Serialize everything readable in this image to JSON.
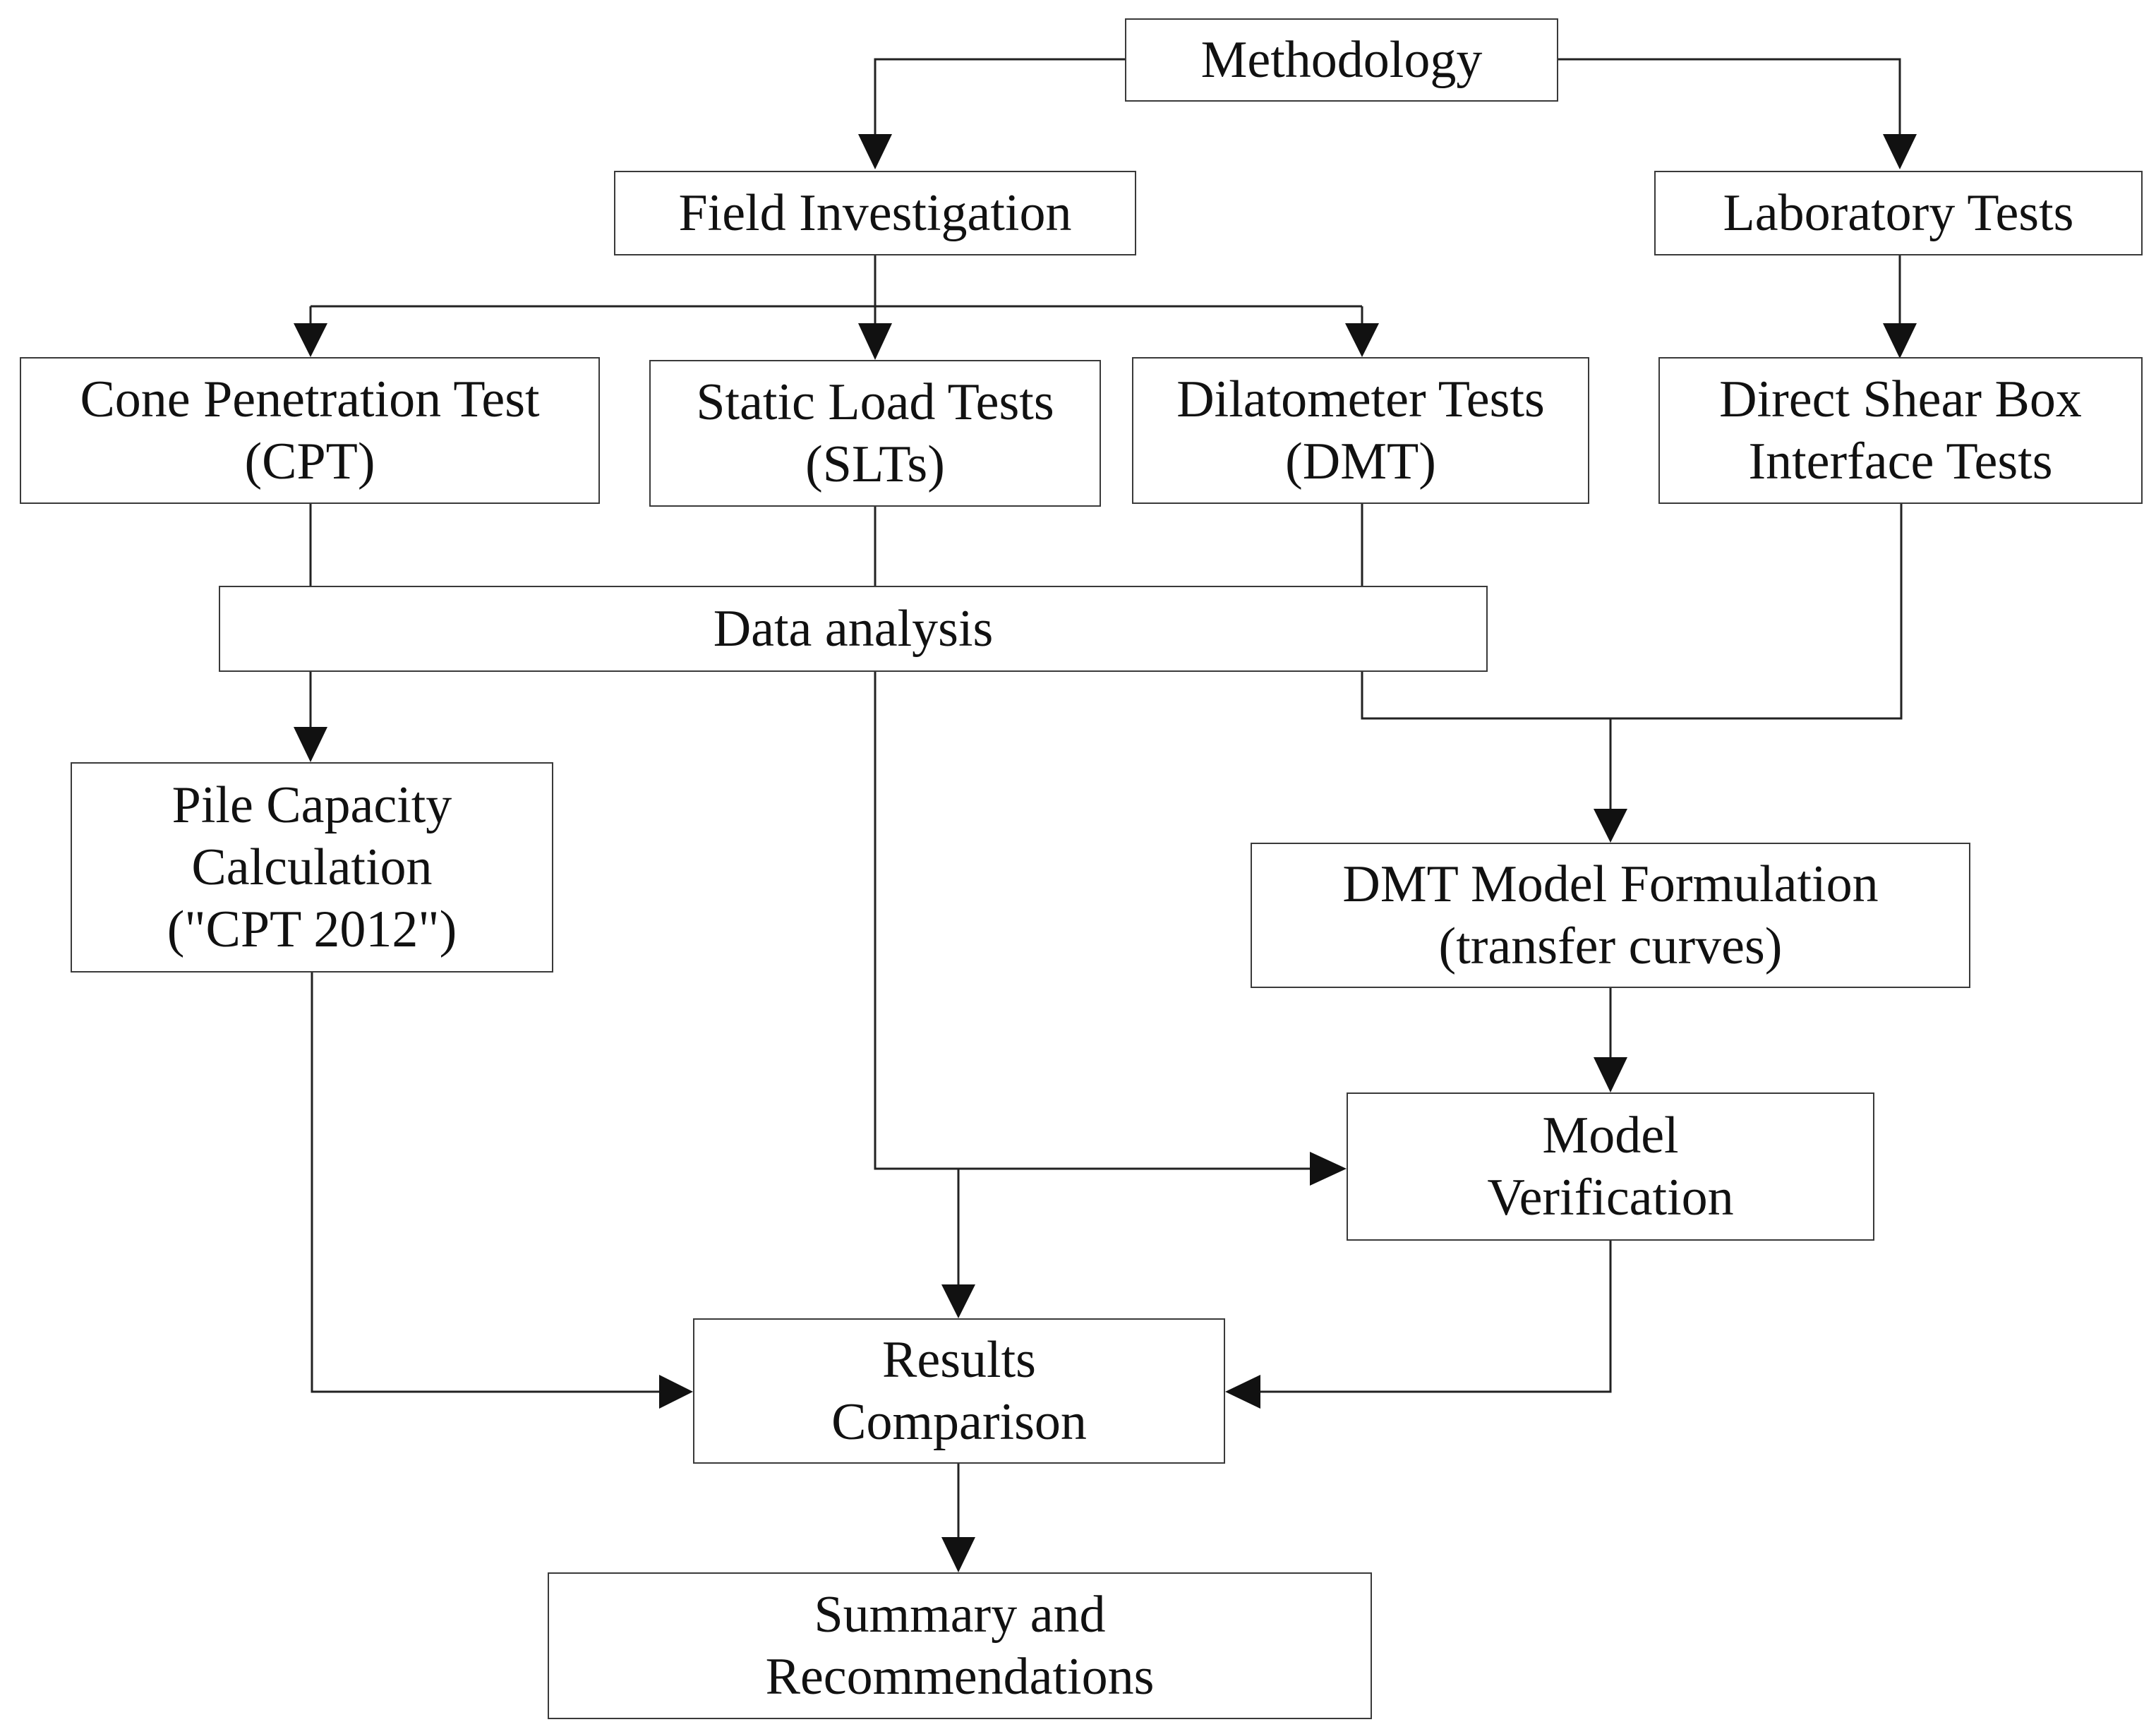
{
  "diagram": {
    "nodes": {
      "methodology": {
        "lines": [
          "Methodology"
        ]
      },
      "field_investigation": {
        "lines": [
          "Field Investigation"
        ]
      },
      "laboratory_tests": {
        "lines": [
          "Laboratory Tests"
        ]
      },
      "cpt": {
        "lines": [
          "Cone Penetration Test",
          "(CPT)"
        ]
      },
      "slt": {
        "lines": [
          "Static Load Tests",
          "(SLTs)"
        ]
      },
      "dmt": {
        "lines": [
          "Dilatometer Tests",
          "(DMT)"
        ]
      },
      "shear_box": {
        "lines": [
          "Direct Shear Box",
          "Interface Tests"
        ]
      },
      "data_analysis": {
        "lines": [
          "Data analysis"
        ]
      },
      "pile_capacity": {
        "lines": [
          "Pile Capacity",
          "Calculation",
          "(\"CPT 2012\")"
        ]
      },
      "dmt_model": {
        "lines": [
          "DMT Model Formulation",
          "(transfer curves)"
        ]
      },
      "model_verification": {
        "lines": [
          "Model",
          "Verification"
        ]
      },
      "results_comparison": {
        "lines": [
          "Results",
          "Comparison"
        ]
      },
      "summary": {
        "lines": [
          "Summary and",
          "Recommendations"
        ]
      }
    },
    "connections": [
      {
        "from": "methodology",
        "to": "field_investigation"
      },
      {
        "from": "methodology",
        "to": "laboratory_tests"
      },
      {
        "from": "field_investigation",
        "to": "cpt"
      },
      {
        "from": "field_investigation",
        "to": "slt"
      },
      {
        "from": "field_investigation",
        "to": "dmt"
      },
      {
        "from": "laboratory_tests",
        "to": "shear_box"
      },
      {
        "from": "cpt",
        "to": "data_analysis"
      },
      {
        "from": "slt",
        "to": "data_analysis"
      },
      {
        "from": "dmt",
        "to": "data_analysis"
      },
      {
        "from": "data_analysis",
        "to": "pile_capacity"
      },
      {
        "from": "data_analysis",
        "to": "dmt_model"
      },
      {
        "from": "shear_box",
        "to": "dmt_model"
      },
      {
        "from": "data_analysis",
        "to": "model_verification"
      },
      {
        "from": "data_analysis",
        "to": "results_comparison"
      },
      {
        "from": "dmt_model",
        "to": "model_verification"
      },
      {
        "from": "pile_capacity",
        "to": "results_comparison"
      },
      {
        "from": "model_verification",
        "to": "results_comparison"
      },
      {
        "from": "results_comparison",
        "to": "summary"
      }
    ],
    "colors": {
      "line": "#222222",
      "border": "#3a3a3a",
      "text": "#111111",
      "background": "#ffffff"
    }
  }
}
